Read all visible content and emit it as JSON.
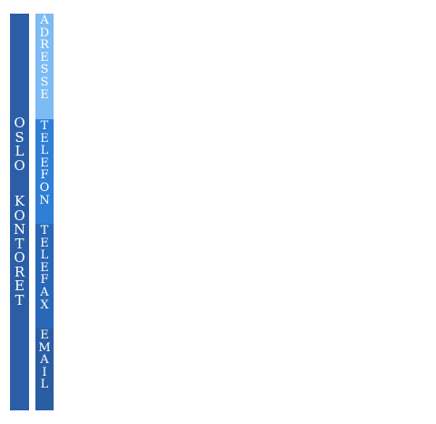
{
  "office": {
    "title_line1": "OSLO",
    "title_line2": "KONTORET"
  },
  "colors": {
    "title_bar": "#2b5ea6",
    "nav_adresse": "#7dbbf4",
    "nav_telefon": "#2f7fd6",
    "nav_telefax": "#2968b6",
    "nav_email": "#2a5ea3"
  },
  "nav": {
    "items": [
      {
        "label": "ADRESSE"
      },
      {
        "label": "TELEFON"
      },
      {
        "label": "TELEFAX"
      },
      {
        "label": "EMAIL"
      }
    ]
  }
}
